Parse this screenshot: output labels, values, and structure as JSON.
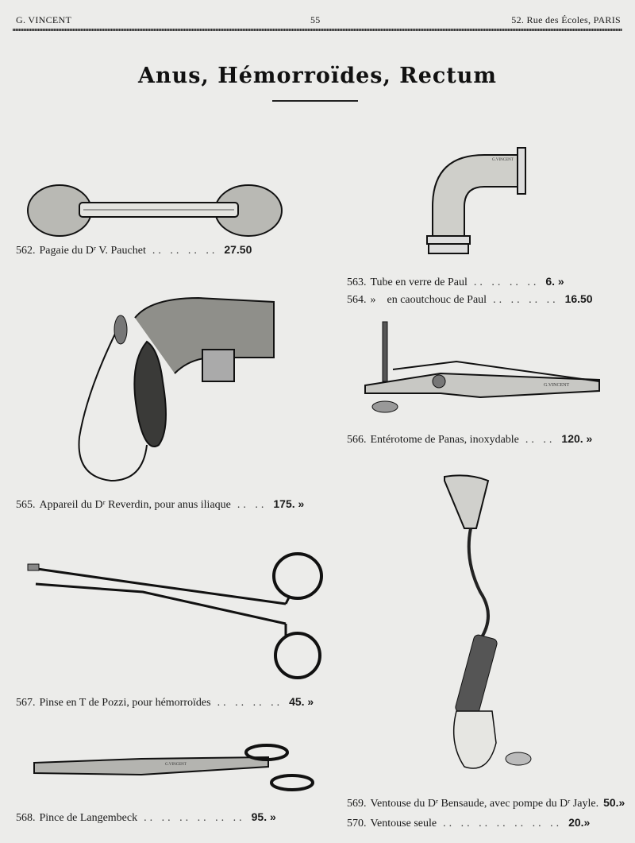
{
  "header": {
    "left": "G. VINCENT",
    "page": "55",
    "right": "52. Rue des Écoles, PARIS"
  },
  "title": "Anus, Hémorroïdes, Rectum",
  "items": [
    {
      "num": "562.",
      "text": "Pagaie du Dʳ V. Pauchet",
      "dots": ".. .. .. ..",
      "price": "27.50"
    },
    {
      "num": "563.",
      "text": "Tube en verre de Paul",
      "dots": ".. .. .. ..",
      "price": "6. »"
    },
    {
      "num": "564.",
      "text": "»    en caoutchouc de Paul",
      "dots": ".. .. .. ..",
      "price": "16.50"
    },
    {
      "num": "565.",
      "text": "Appareil du Dʳ Reverdin, pour anus iliaque",
      "dots": ".. ..",
      "price": "175. »"
    },
    {
      "num": "566.",
      "text": "Entérotome de Panas, inoxydable",
      "dots": ".. ..",
      "price": "120. »"
    },
    {
      "num": "567.",
      "text": "Pinse en T de Pozzi, pour hémorroïdes",
      "dots": ".. .. .. ..",
      "price": "45. »"
    },
    {
      "num": "568.",
      "text": "Pince de Langembeck",
      "dots": ".. .. .. .. .. ..",
      "price": "95. »"
    },
    {
      "num": "569.",
      "text": "Ventouse du Dʳ Bensaude, avec pompe du Dʳ Jayle.",
      "dots": "",
      "price": "50.»"
    },
    {
      "num": "570.",
      "text": "Ventouse seule",
      "dots": ".. .. .. .. .. .. ..",
      "price": "20.»"
    }
  ],
  "engravings": {
    "entero": "G.VINCENT",
    "langembeck": "G.VINCENT",
    "tube": "G.VINCENT"
  }
}
